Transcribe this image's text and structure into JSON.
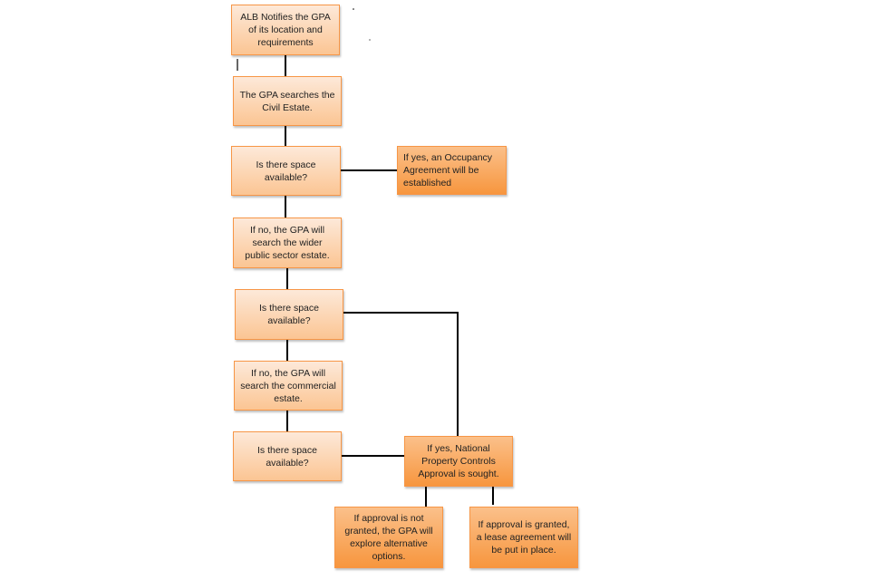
{
  "flowchart": {
    "nodes": [
      {
        "id": "notify",
        "text": "ALB Notifies the GPA of its location and requirements"
      },
      {
        "id": "civil",
        "text": "The GPA searches the Civil Estate."
      },
      {
        "id": "q1",
        "text": "Is there space available?"
      },
      {
        "id": "occupancy",
        "text": "If yes, an Occupancy Agreement will be established"
      },
      {
        "id": "public",
        "text": "If no, the GPA will search the wider public sector estate."
      },
      {
        "id": "q2",
        "text": "Is there space available?"
      },
      {
        "id": "commercial",
        "text": "If no, the GPA will search the commercial estate."
      },
      {
        "id": "q3",
        "text": "Is there space available?"
      },
      {
        "id": "npc",
        "text": "If yes, National Property Controls Approval is sought."
      },
      {
        "id": "notgranted",
        "text": "If approval is not granted, the GPA will explore alternative options."
      },
      {
        "id": "granted",
        "text": "If approval is granted, a lease agreement will be put in place."
      }
    ],
    "colors": {
      "light_fill": "#fde9d9",
      "dark_fill": "#f7963e",
      "border": "#f79646",
      "line": "#000000"
    }
  }
}
